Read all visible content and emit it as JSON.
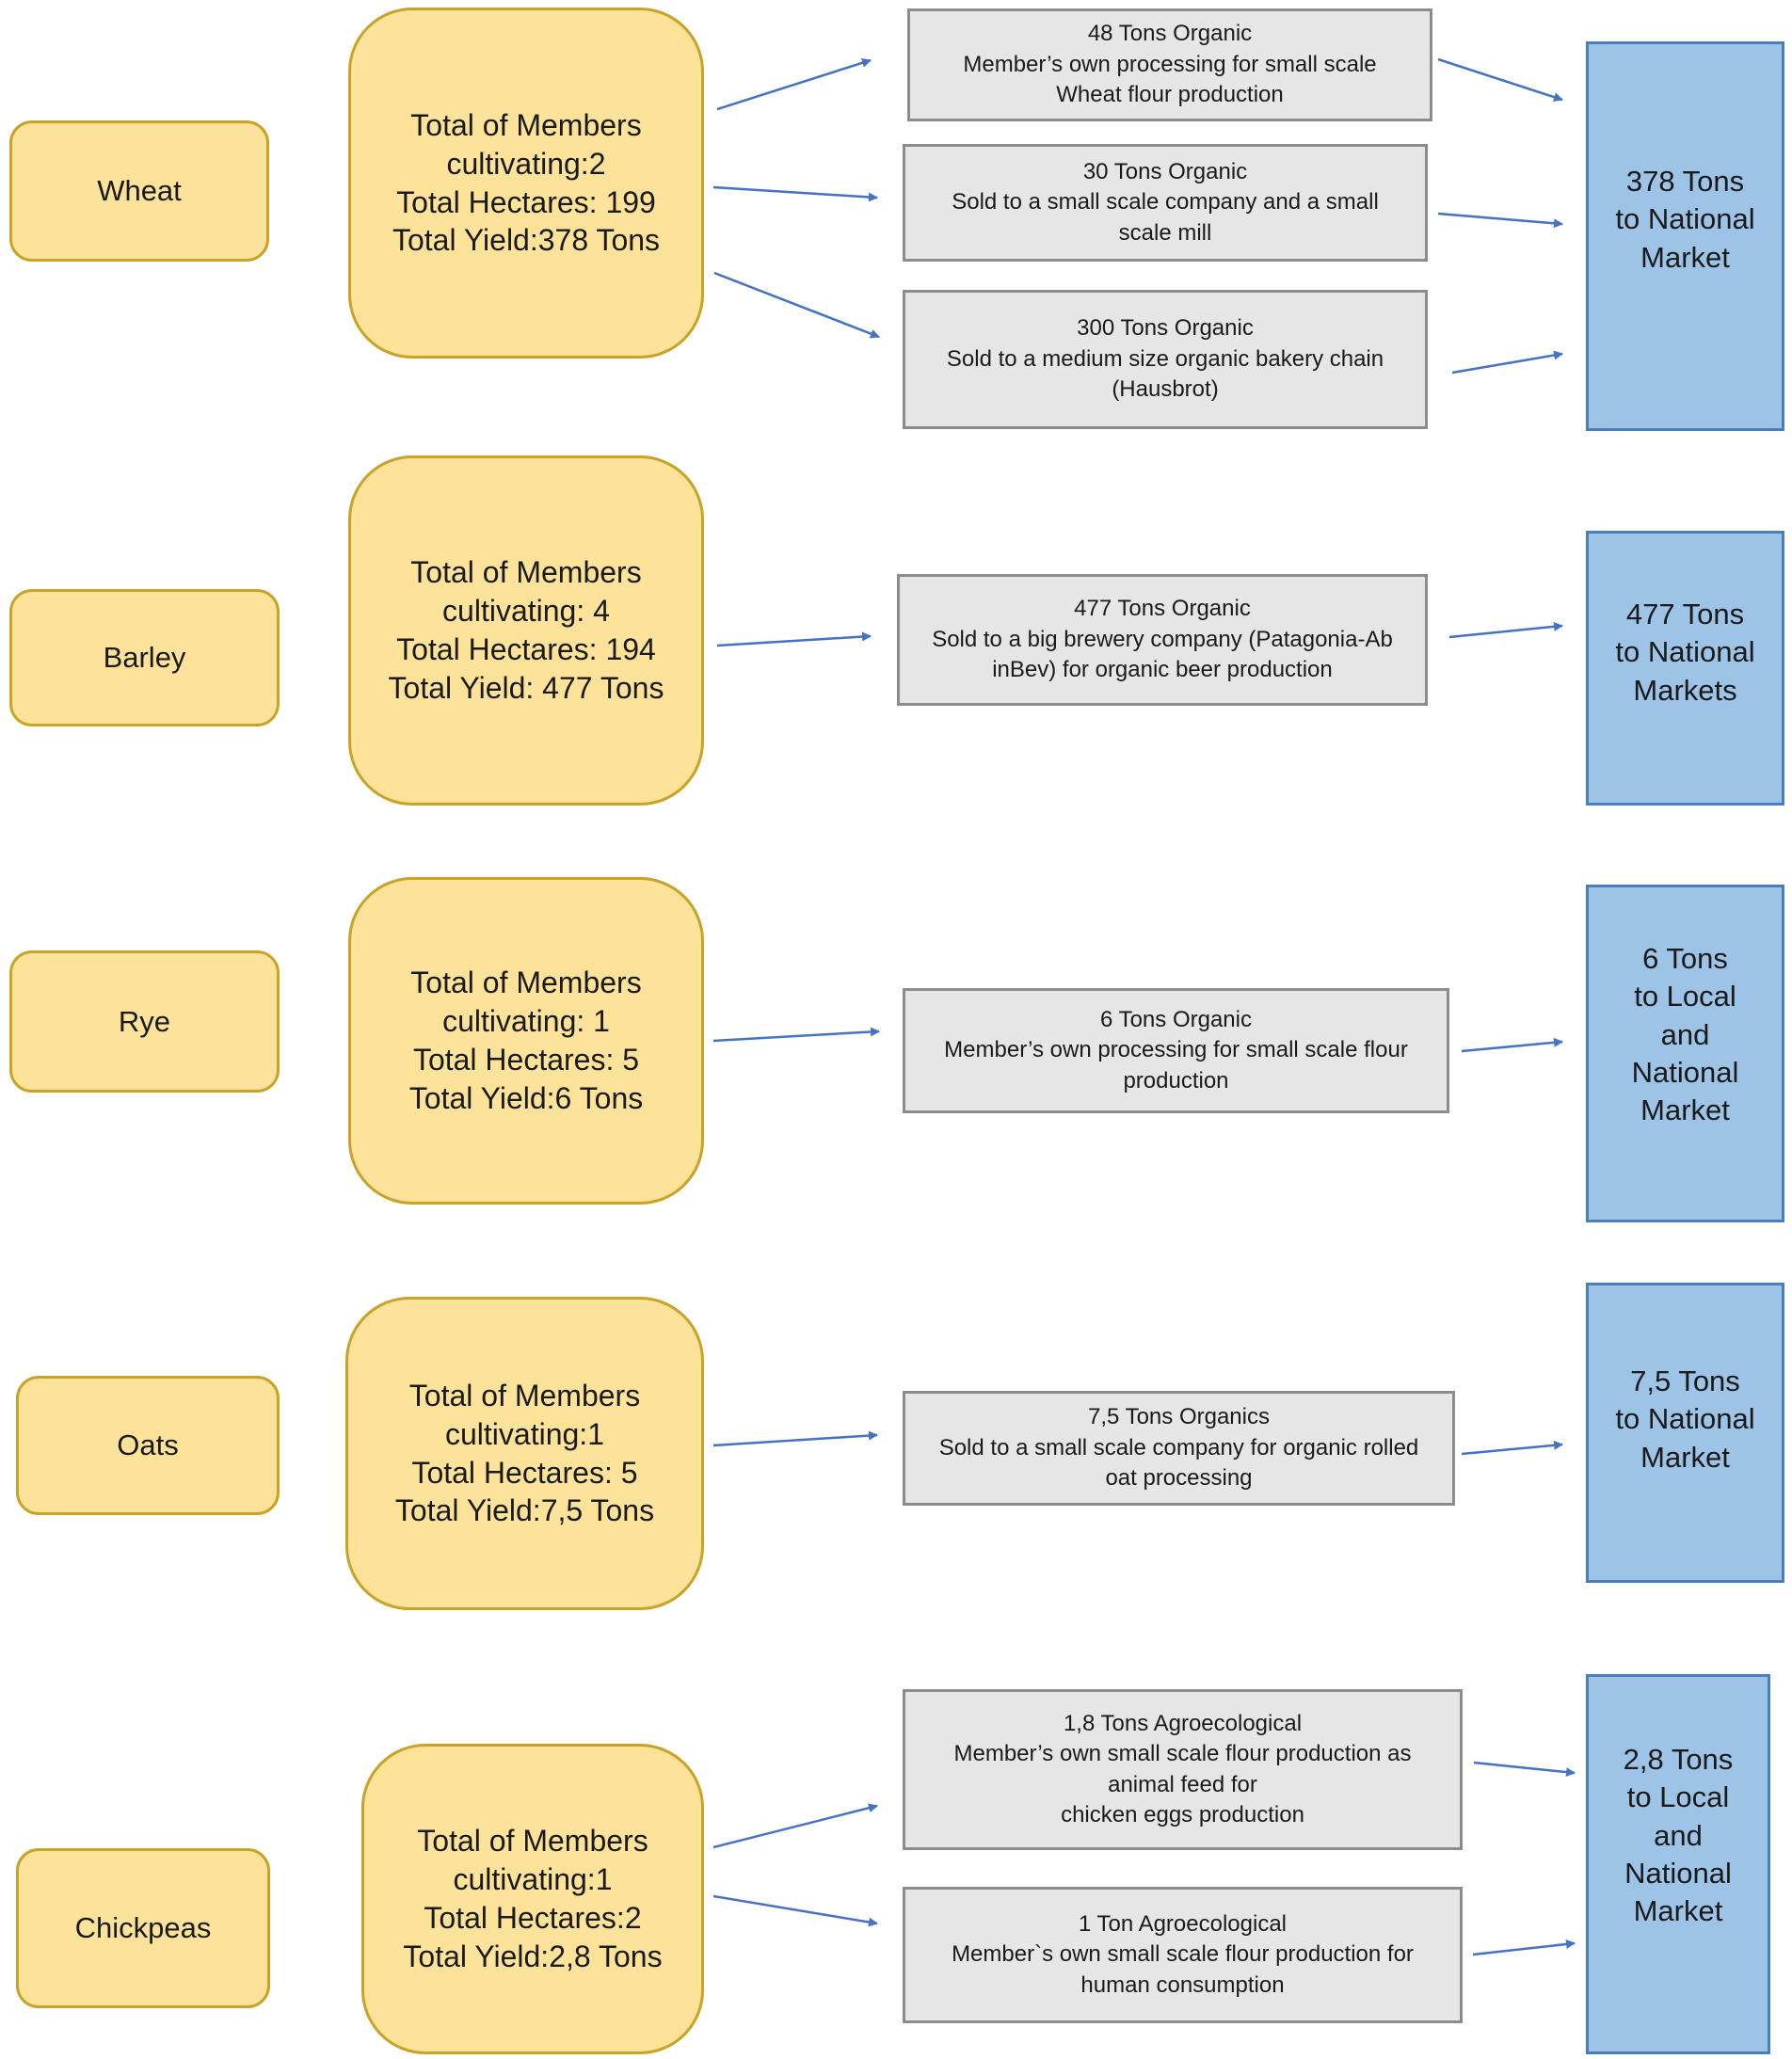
{
  "rows": [
    {
      "crop": "Wheat",
      "summary": [
        "Total of Members",
        "cultivating:2",
        "Total Hectares: 199",
        "Total Yield:378 Tons"
      ],
      "channels": [
        [
          "48 Tons Organic",
          "Member’s own processing for small scale",
          "Wheat flour production"
        ],
        [
          "30 Tons Organic",
          "Sold to a small scale company and a small",
          "scale mill"
        ],
        [
          "300 Tons Organic",
          "Sold to a medium size organic bakery chain",
          "(Hausbrot)"
        ]
      ],
      "market": [
        "378 Tons",
        "to National",
        "Market"
      ]
    },
    {
      "crop": "Barley",
      "summary": [
        "Total of Members",
        "cultivating: 4",
        "Total Hectares: 194",
        "Total Yield: 477 Tons"
      ],
      "channels": [
        [
          "477 Tons Organic",
          "Sold to a big brewery company (Patagonia-Ab",
          "inBev) for organic beer production"
        ]
      ],
      "market": [
        "477 Tons",
        "to  National",
        "Markets"
      ]
    },
    {
      "crop": "Rye",
      "summary": [
        "Total of Members",
        "cultivating: 1",
        "Total Hectares: 5",
        "Total Yield:6 Tons"
      ],
      "channels": [
        [
          "6 Tons Organic",
          "Member’s own processing for small scale flour",
          "production"
        ]
      ],
      "market": [
        "6 Tons",
        "to Local",
        "and",
        "National",
        "Market"
      ]
    },
    {
      "crop": "Oats",
      "summary": [
        "Total of Members",
        "cultivating:1",
        "Total Hectares: 5",
        "Total Yield:7,5 Tons"
      ],
      "channels": [
        [
          "7,5 Tons Organics",
          "Sold to a small scale company for organic rolled",
          "oat processing"
        ]
      ],
      "market": [
        "7,5 Tons",
        "to National",
        "Market"
      ]
    },
    {
      "crop": "Chickpeas",
      "summary": [
        "Total of Members",
        "cultivating:1",
        "Total Hectares:2",
        "Total Yield:2,8 Tons"
      ],
      "channels": [
        [
          "1,8 Tons Agroecological",
          "Member’s own small scale flour production as",
          "animal feed for",
          "chicken eggs production"
        ],
        [
          "1  Ton  Agroecological",
          "Member`s own small scale flour production for",
          "human consumption"
        ]
      ],
      "market": [
        "2,8 Tons",
        "to Local",
        "and",
        "National",
        "Market"
      ]
    }
  ],
  "colors": {
    "crop_fill": "#fde39a",
    "crop_border": "#c9a227",
    "channel_fill": "#e6e6e6",
    "channel_border": "#8c8c8c",
    "market_fill": "#9dc3e6",
    "market_border": "#4a7ebf",
    "arrow": "#4472c4"
  }
}
